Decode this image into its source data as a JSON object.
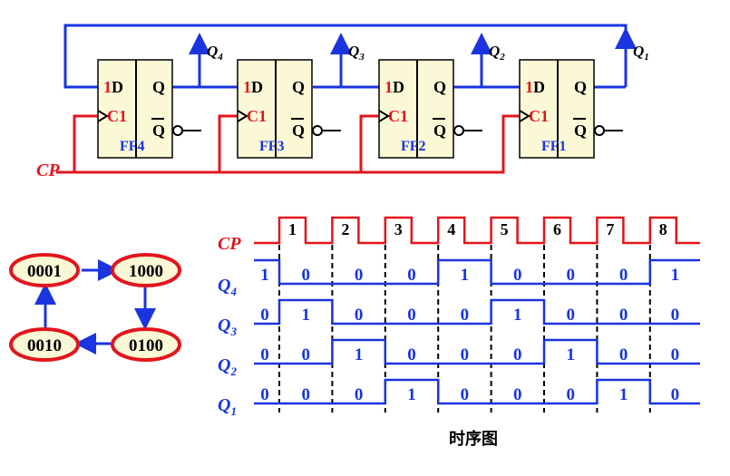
{
  "circuit": {
    "flipflops": [
      {
        "name": "FF4",
        "out": "Q",
        "sub": "4"
      },
      {
        "name": "FF3",
        "out": "Q",
        "sub": "3"
      },
      {
        "name": "FF2",
        "out": "Q",
        "sub": "2"
      },
      {
        "name": "FF1",
        "out": "Q",
        "sub": "1"
      }
    ],
    "pin_d_num": "1",
    "pin_d": "D",
    "pin_c_num": "C",
    "pin_c": "1",
    "pin_q": "Q",
    "pin_qbar": "Q",
    "clock_label": "CP"
  },
  "timing": {
    "clock_label": "CP",
    "pulse_numbers": [
      "1",
      "2",
      "3",
      "4",
      "5",
      "6",
      "7",
      "8"
    ],
    "signals": [
      {
        "name": "Q",
        "sub": "4",
        "bits": [
          "1",
          "0",
          "0",
          "0",
          "1",
          "0",
          "0",
          "0",
          "1"
        ]
      },
      {
        "name": "Q",
        "sub": "3",
        "bits": [
          "0",
          "1",
          "0",
          "0",
          "0",
          "1",
          "0",
          "0",
          "0"
        ]
      },
      {
        "name": "Q",
        "sub": "2",
        "bits": [
          "0",
          "0",
          "1",
          "0",
          "0",
          "0",
          "1",
          "0",
          "0"
        ]
      },
      {
        "name": "Q",
        "sub": "1",
        "bits": [
          "0",
          "0",
          "0",
          "1",
          "0",
          "0",
          "0",
          "1",
          "0"
        ]
      }
    ],
    "caption": "时序图"
  },
  "states": [
    {
      "label": "0001"
    },
    {
      "label": "1000"
    },
    {
      "label": "0100"
    },
    {
      "label": "0010"
    }
  ],
  "colors": {
    "wire_blue": "#1a34e0",
    "clock_red": "#e2151d",
    "box_fill": "#fbf8d6"
  }
}
